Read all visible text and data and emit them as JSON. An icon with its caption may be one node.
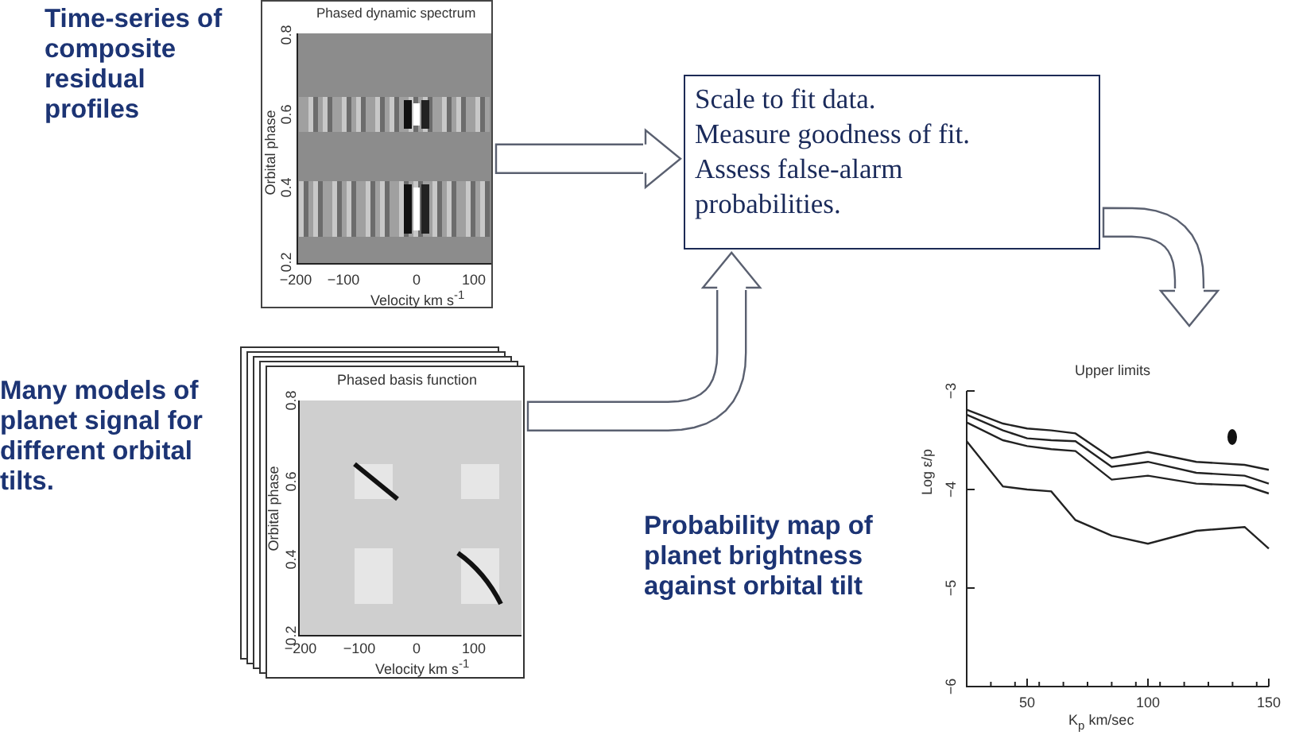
{
  "diagram": {
    "nodes": [
      {
        "text": [
          "Phased dynamic spectrum",
          "Orbital phase",
          "Velocity km s$^{-1}$"
        ]
      },
      {
        "text": [
          "Phased basis function",
          "Orbital phase",
          "Velocity km s$^{-1}$"
        ]
      },
      {
        "text": [
          "Scale to fit data.",
          "Measure goodness of fit.",
          "Assess false-alarm probabilities."
        ]
      },
      {
        "text": [
          "Upper limits"
        ]
      }
    ],
    "edges": [
      {
        "from": 0,
        "to": 2,
        "arrow": "to"
      },
      {
        "from": 1,
        "to": 2,
        "arrow": "to"
      },
      {
        "from": 2,
        "to": 3,
        "arrow": "to"
      }
    ],
    "labels": [
      "Time-series of composite residual profiles",
      "0.8",
      "0.6",
      "0.4",
      "0.2",
      "−200",
      "−100",
      "0",
      "100",
      "Many models of planet signal for different orbital tilts.",
      "0.8",
      "0.6",
      "0.4",
      "0.2",
      "−200",
      "−100",
      "0",
      "100",
      "Probability map of planet brightness against orbital tilt"
    ],
    "chart_data": {
      "type": "line",
      "xlabel": "K$_{p}$ km/sec",
      "ylabel": "Log ε/p",
      "x": [
        25,
        40,
        50,
        60,
        70,
        85,
        100,
        120,
        140,
        150
      ],
      "xlim": [
        25,
        150
      ],
      "ylim": [
        -6,
        -3
      ],
      "xticks": [
        50,
        100,
        150
      ],
      "yticks": [
        {
          "value": -6,
          "label": "−6"
        },
        {
          "value": -5,
          "label": "−5"
        },
        {
          "value": -4,
          "label": "−4"
        },
        {
          "value": -3,
          "label": "−3"
        }
      ],
      "series": [
        {
          "color": "#222222",
          "values": [
            -3.19,
            -3.33,
            -3.38,
            -3.4,
            -3.43,
            -3.68,
            -3.62,
            -3.72,
            -3.75,
            -3.8
          ]
        },
        {
          "color": "#222222",
          "values": [
            -3.24,
            -3.4,
            -3.48,
            -3.5,
            -3.51,
            -3.77,
            -3.72,
            -3.83,
            -3.86,
            -3.94
          ]
        },
        {
          "color": "#222222",
          "values": [
            -3.32,
            -3.5,
            -3.56,
            -3.59,
            -3.61,
            -3.9,
            -3.86,
            -3.94,
            -3.96,
            -4.04
          ]
        },
        {
          "color": "#222222",
          "values": [
            -3.51,
            -3.97,
            -4.0,
            -4.02,
            -4.31,
            -4.47,
            -4.55,
            -4.42,
            -4.38,
            -4.6
          ]
        }
      ]
    }
  }
}
